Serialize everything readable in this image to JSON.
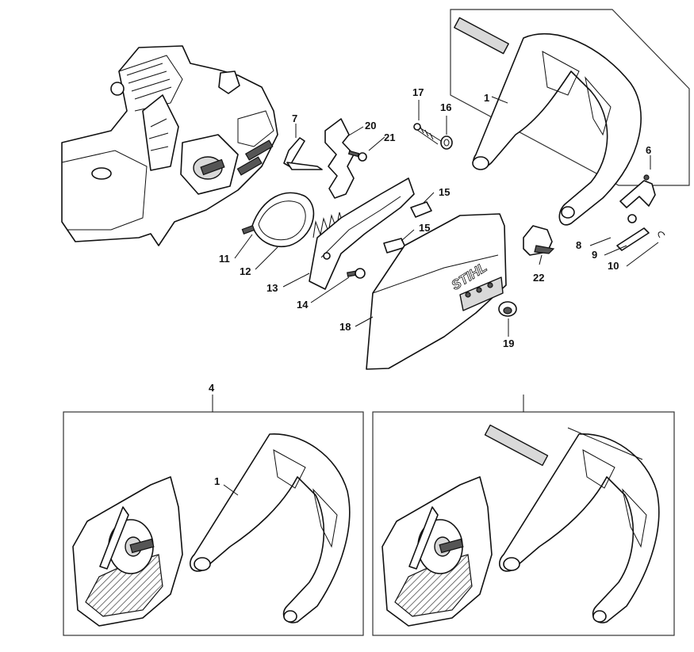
{
  "title": "Chain sprocket cover / front hand guard parts diagram",
  "brand_text": "STIHL",
  "callouts": [
    {
      "id": "c1",
      "label": "1"
    },
    {
      "id": "c4",
      "label": "4"
    },
    {
      "id": "c6",
      "label": "6"
    },
    {
      "id": "c7",
      "label": "7"
    },
    {
      "id": "c8",
      "label": "8"
    },
    {
      "id": "c9",
      "label": "9"
    },
    {
      "id": "c10",
      "label": "10"
    },
    {
      "id": "c11",
      "label": "11"
    },
    {
      "id": "c12",
      "label": "12"
    },
    {
      "id": "c13",
      "label": "13"
    },
    {
      "id": "c14",
      "label": "14"
    },
    {
      "id": "c15a",
      "label": "15"
    },
    {
      "id": "c15b",
      "label": "15"
    },
    {
      "id": "c16",
      "label": "16"
    },
    {
      "id": "c17",
      "label": "17"
    },
    {
      "id": "c18",
      "label": "18"
    },
    {
      "id": "c19",
      "label": "19"
    },
    {
      "id": "c20",
      "label": "20"
    },
    {
      "id": "c21",
      "label": "21"
    },
    {
      "id": "c22",
      "label": "22"
    },
    {
      "id": "c1b",
      "label": "1"
    }
  ]
}
